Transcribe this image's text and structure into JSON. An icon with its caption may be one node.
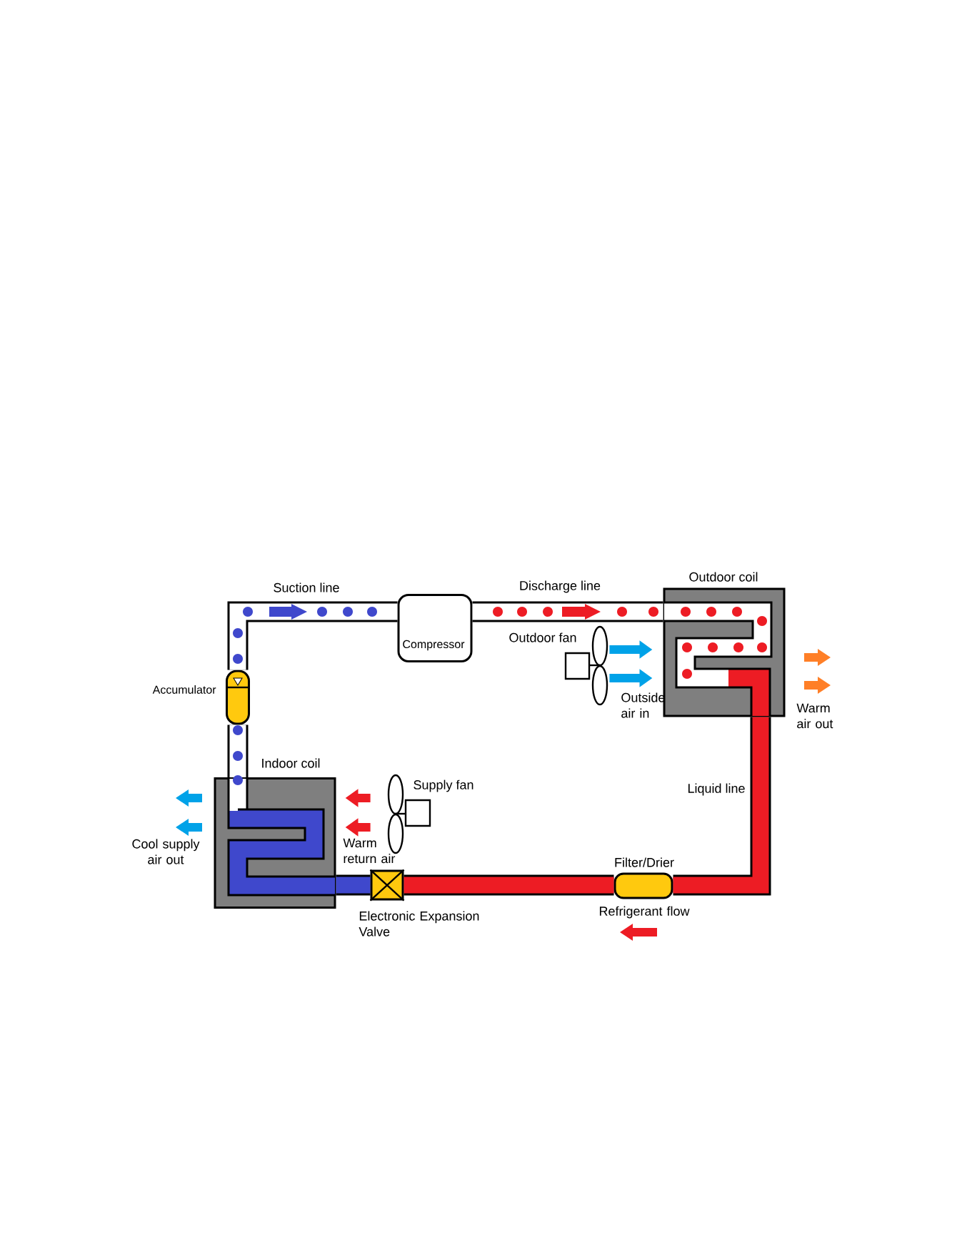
{
  "diagram": {
    "nodes": [
      {
        "text": [
          "Compressor"
        ]
      },
      {
        "text": [
          "Accumulator"
        ]
      },
      {
        "text": [
          "Outdoor coil"
        ]
      },
      {
        "text": [
          "Indoor coil"
        ]
      },
      {
        "text": [
          "Filter/Drier"
        ]
      },
      {
        "text": [
          "Electronic Expansion Valve"
        ]
      },
      {
        "text": [
          "Outdoor fan"
        ]
      },
      {
        "text": [
          "Supply fan"
        ]
      }
    ],
    "edges": [
      {
        "from": 3,
        "to": 1,
        "arrow": "none",
        "color": "#ffffff"
      },
      {
        "from": 1,
        "to": 0,
        "arrow": "none",
        "label": "Suction line",
        "color": "#ffffff"
      },
      {
        "from": 0,
        "to": 2,
        "arrow": "none",
        "label": "Discharge line",
        "color": "#ffffff"
      },
      {
        "from": 2,
        "to": 4,
        "arrow": "none",
        "label": "Liquid line",
        "color": "#ed1c24"
      },
      {
        "from": 4,
        "to": 5,
        "arrow": "none",
        "color": "#ed1c24"
      },
      {
        "from": 5,
        "to": 3,
        "arrow": "none",
        "color": "#3f48cc"
      },
      {
        "from": 6,
        "to": 2,
        "arrow": "to",
        "color": "#00a2e8"
      },
      {
        "from": 6,
        "to": 2,
        "arrow": "to",
        "color": "#00a2e8"
      },
      {
        "from": 7,
        "to": 3,
        "arrow": "to",
        "color": "#ed1c24"
      },
      {
        "from": 7,
        "to": 3,
        "arrow": "to",
        "color": "#ed1c24"
      }
    ],
    "labels": [
      "Outside air in",
      "Warm air out",
      "Cool supply air out",
      "Warm return air",
      "Refrigerant flow"
    ]
  }
}
